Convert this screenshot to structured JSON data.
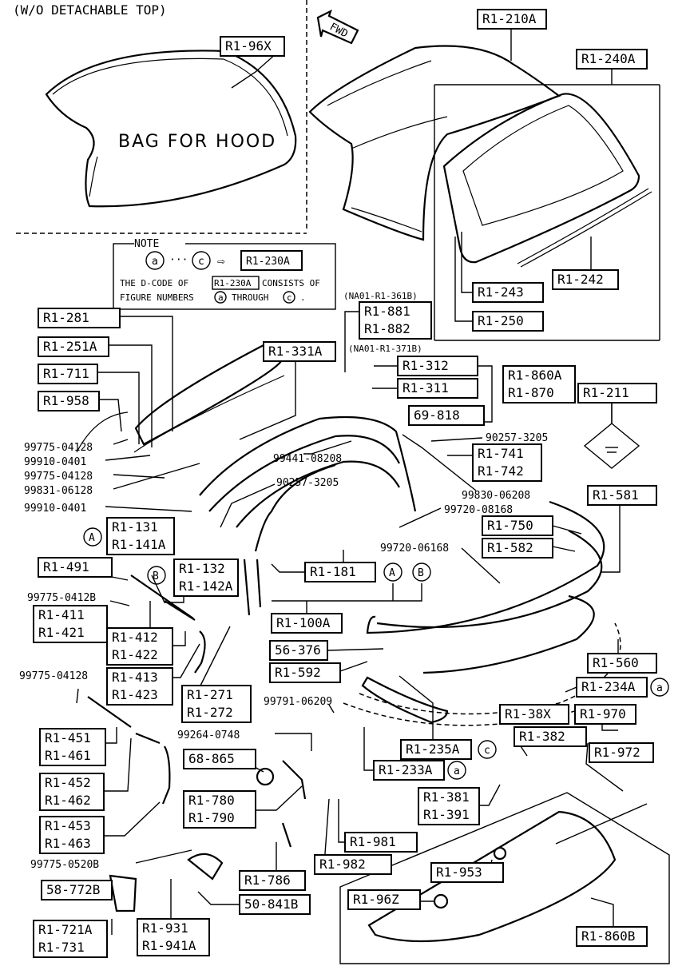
{
  "headings": {
    "wo_detachable_top": "(W/O DETACHABLE TOP)",
    "bag_for_hood": "BAG FOR HOOD",
    "fwd": "FWD"
  },
  "note": {
    "title": "NOTE",
    "circle_a": "a",
    "circle_c": "c",
    "range_dots": "···",
    "arrow": "⇨",
    "ref_code": "R1-230A",
    "line1_prefix": "THE D-CODE OF",
    "line1_code": "R1-230A",
    "line1_suffix": "CONSISTS OF",
    "line2_prefix": "FIGURE NUMBERS",
    "line2_middle": "THROUGH",
    "line2_end": "."
  },
  "variants": {
    "v361": "(NA01-R1-361B)",
    "v371": "(NA01-R1-371B)"
  },
  "markers": {
    "A": "A",
    "B": "B",
    "a": "a",
    "c": "c"
  },
  "boxed_labels": [
    {
      "id": "R1-96X",
      "lines": [
        "R1-96X"
      ]
    },
    {
      "id": "R1-210A",
      "lines": [
        "R1-210A"
      ]
    },
    {
      "id": "R1-240A",
      "lines": [
        "R1-240A"
      ]
    },
    {
      "id": "R1-243",
      "lines": [
        "R1-243"
      ]
    },
    {
      "id": "R1-242",
      "lines": [
        "R1-242"
      ]
    },
    {
      "id": "R1-250",
      "lines": [
        "R1-250"
      ]
    },
    {
      "id": "R1-281",
      "lines": [
        "R1-281"
      ]
    },
    {
      "id": "R1-881",
      "lines": [
        "R1-881",
        "R1-882"
      ]
    },
    {
      "id": "R1-251A",
      "lines": [
        "R1-251A"
      ]
    },
    {
      "id": "R1-331A",
      "lines": [
        "R1-331A"
      ]
    },
    {
      "id": "R1-312",
      "lines": [
        "R1-312"
      ]
    },
    {
      "id": "R1-311",
      "lines": [
        "R1-311"
      ]
    },
    {
      "id": "R1-860A",
      "lines": [
        "R1-860A",
        "R1-870"
      ]
    },
    {
      "id": "R1-211",
      "lines": [
        "R1-211"
      ]
    },
    {
      "id": "R1-711",
      "lines": [
        "R1-711"
      ]
    },
    {
      "id": "R1-958",
      "lines": [
        "R1-958"
      ]
    },
    {
      "id": "69-818",
      "lines": [
        "69-818"
      ]
    },
    {
      "id": "R1-741",
      "lines": [
        "R1-741",
        "R1-742"
      ]
    },
    {
      "id": "R1-581",
      "lines": [
        "R1-581"
      ]
    },
    {
      "id": "R1-131",
      "lines": [
        "R1-131",
        "R1-141A"
      ]
    },
    {
      "id": "R1-750",
      "lines": [
        "R1-750"
      ]
    },
    {
      "id": "R1-582",
      "lines": [
        "R1-582"
      ]
    },
    {
      "id": "R1-491",
      "lines": [
        "R1-491"
      ]
    },
    {
      "id": "R1-132",
      "lines": [
        "R1-132",
        "R1-142A"
      ]
    },
    {
      "id": "R1-181",
      "lines": [
        "R1-181"
      ]
    },
    {
      "id": "R1-411",
      "lines": [
        "R1-411",
        "R1-421"
      ]
    },
    {
      "id": "R1-100A",
      "lines": [
        "R1-100A"
      ]
    },
    {
      "id": "R1-412",
      "lines": [
        "R1-412",
        "R1-422"
      ]
    },
    {
      "id": "56-376",
      "lines": [
        "56-376"
      ]
    },
    {
      "id": "R1-592",
      "lines": [
        "R1-592"
      ]
    },
    {
      "id": "R1-560",
      "lines": [
        "R1-560"
      ]
    },
    {
      "id": "R1-413",
      "lines": [
        "R1-413",
        "R1-423"
      ]
    },
    {
      "id": "R1-271",
      "lines": [
        "R1-271",
        "R1-272"
      ]
    },
    {
      "id": "R1-234A",
      "lines": [
        "R1-234A"
      ]
    },
    {
      "id": "R1-38X",
      "lines": [
        "R1-38X"
      ]
    },
    {
      "id": "R1-970",
      "lines": [
        "R1-970"
      ]
    },
    {
      "id": "R1-451",
      "lines": [
        "R1-451",
        "R1-461"
      ]
    },
    {
      "id": "R1-382",
      "lines": [
        "R1-382"
      ]
    },
    {
      "id": "R1-972",
      "lines": [
        "R1-972"
      ]
    },
    {
      "id": "R1-235A",
      "lines": [
        "R1-235A"
      ]
    },
    {
      "id": "68-865",
      "lines": [
        "68-865"
      ]
    },
    {
      "id": "R1-233A",
      "lines": [
        "R1-233A"
      ]
    },
    {
      "id": "R1-452",
      "lines": [
        "R1-452",
        "R1-462"
      ]
    },
    {
      "id": "R1-381",
      "lines": [
        "R1-381",
        "R1-391"
      ]
    },
    {
      "id": "R1-780",
      "lines": [
        "R1-780",
        "R1-790"
      ]
    },
    {
      "id": "R1-453",
      "lines": [
        "R1-453",
        "R1-463"
      ]
    },
    {
      "id": "R1-981",
      "lines": [
        "R1-981"
      ]
    },
    {
      "id": "R1-982",
      "lines": [
        "R1-982"
      ]
    },
    {
      "id": "R1-953",
      "lines": [
        "R1-953"
      ]
    },
    {
      "id": "58-772B",
      "lines": [
        "58-772B"
      ]
    },
    {
      "id": "R1-786",
      "lines": [
        "R1-786"
      ]
    },
    {
      "id": "50-841B",
      "lines": [
        "50-841B"
      ]
    },
    {
      "id": "R1-96Z",
      "lines": [
        "R1-96Z"
      ]
    },
    {
      "id": "R1-721A",
      "lines": [
        "R1-721A",
        "R1-731"
      ]
    },
    {
      "id": "R1-931",
      "lines": [
        "R1-931",
        "R1-941A"
      ]
    },
    {
      "id": "R1-860B",
      "lines": [
        "R1-860B"
      ]
    }
  ],
  "plain_labels": [
    {
      "id": "99775-04128-a",
      "text": "99775-04128"
    },
    {
      "id": "99910-0401-a",
      "text": "99910-0401"
    },
    {
      "id": "99775-04128-b",
      "text": "99775-04128"
    },
    {
      "id": "99831-06128",
      "text": "99831-06128"
    },
    {
      "id": "99910-0401-b",
      "text": "99910-0401"
    },
    {
      "id": "99441-08208",
      "text": "99441-08208"
    },
    {
      "id": "90257-3205-a",
      "text": "90257-3205"
    },
    {
      "id": "90257-3205-b",
      "text": "90257-3205"
    },
    {
      "id": "99830-06208",
      "text": "99830-06208"
    },
    {
      "id": "99720-08168",
      "text": "99720-08168"
    },
    {
      "id": "99720-06168",
      "text": "99720-06168"
    },
    {
      "id": "99775-0412B",
      "text": "99775-0412B"
    },
    {
      "id": "99775-04128-c",
      "text": "99775-04128"
    },
    {
      "id": "99791-06209",
      "text": "99791-06209"
    },
    {
      "id": "99264-0748",
      "text": "99264-0748"
    },
    {
      "id": "99775-0520B",
      "text": "99775-0520B"
    }
  ]
}
